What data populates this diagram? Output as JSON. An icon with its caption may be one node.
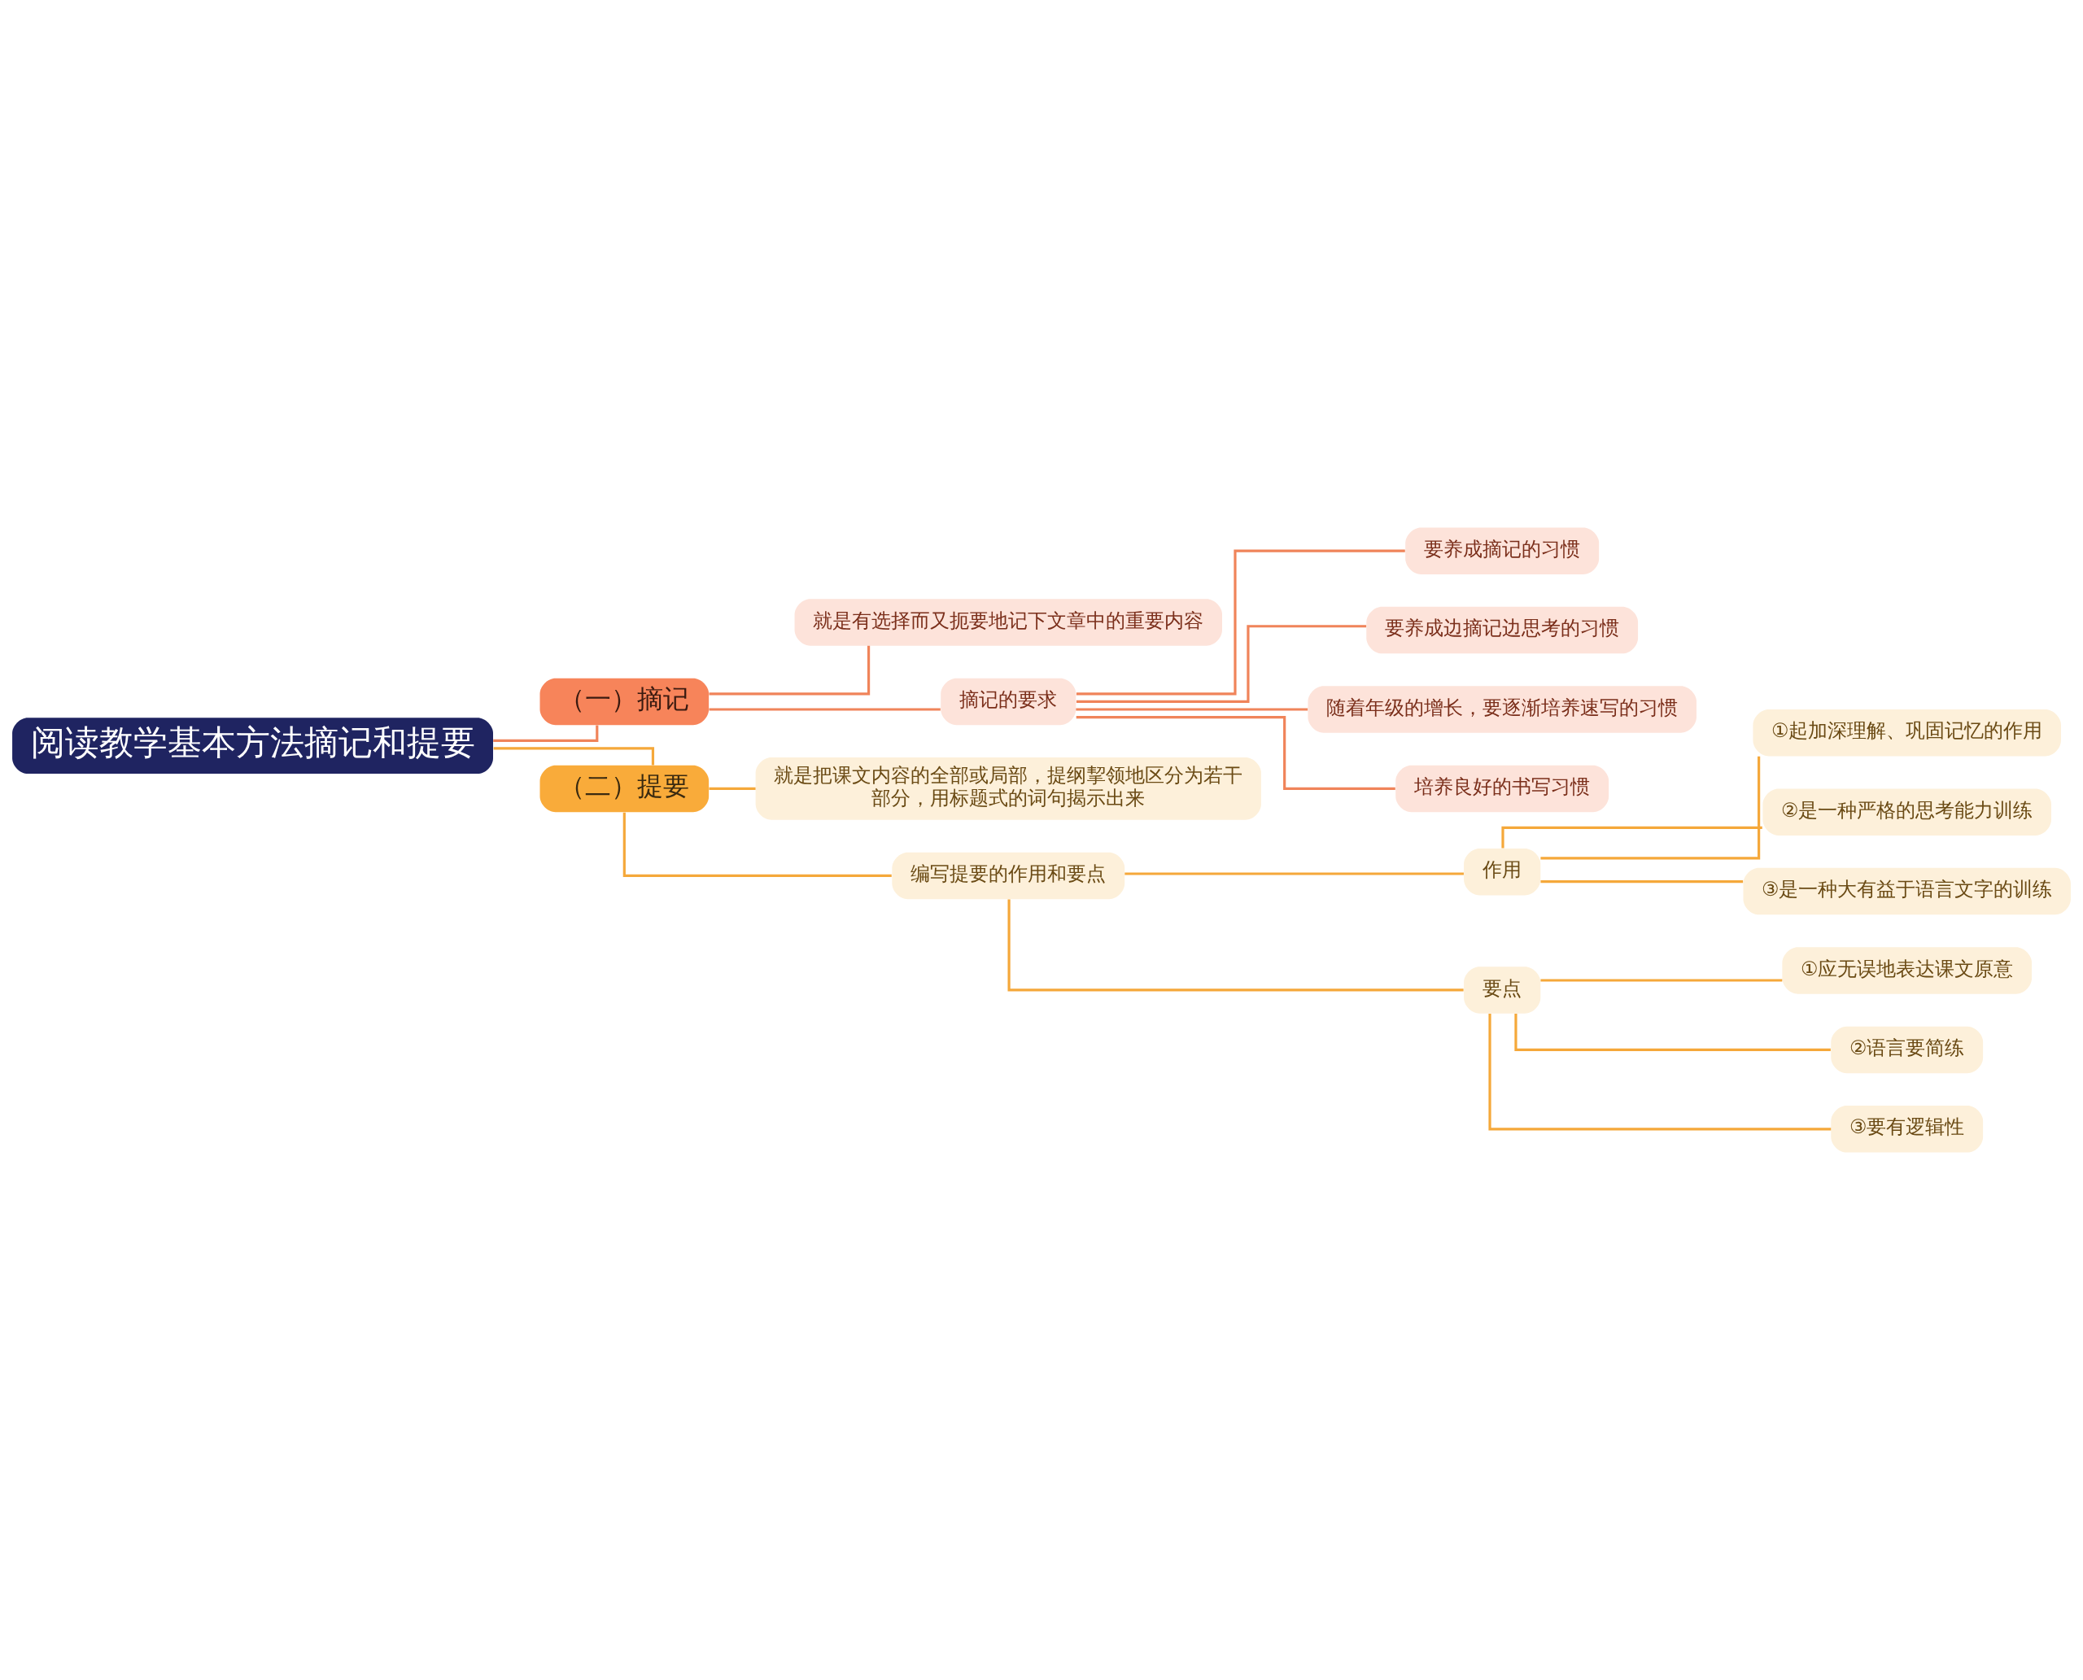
{
  "diagram": {
    "nodes": [
      {
        "text": [
          "阅读教学基本方法摘记和提要"
        ]
      },
      {
        "text": [
          "（一）摘记"
        ]
      },
      {
        "text": [
          "就是有选择而又扼要地记下文章中的重要内容"
        ]
      },
      {
        "text": [
          "摘记的要求"
        ]
      },
      {
        "text": [
          "要养成摘记的习惯"
        ]
      },
      {
        "text": [
          "要养成边摘记边思考的习惯"
        ]
      },
      {
        "text": [
          "随着年级的增长，要逐渐培养速写的习惯"
        ]
      },
      {
        "text": [
          "培养良好的书写习惯"
        ]
      },
      {
        "text": [
          "（二）提要"
        ]
      },
      {
        "text": [
          "就是把课文内容的全部或局部，提纲挈领地区分为若干部分，用标题式的词句揭示出来"
        ]
      },
      {
        "text": [
          "编写提要的作用和要点"
        ]
      },
      {
        "text": [
          "作用"
        ]
      },
      {
        "text": [
          "①起加深理解、巩固记忆的作用"
        ]
      },
      {
        "text": [
          "②是一种严格的思考能力训练"
        ]
      },
      {
        "text": [
          "③是一种大有益于语言文字的训练"
        ]
      },
      {
        "text": [
          "要点"
        ]
      },
      {
        "text": [
          "①应无误地表达课文原意"
        ]
      },
      {
        "text": [
          "②语言要简练"
        ]
      },
      {
        "text": [
          "③要有逻辑性"
        ]
      }
    ],
    "edges": [
      {
        "from": 0,
        "to": 1,
        "arrow": "none",
        "color": "#f0845a"
      },
      {
        "from": 1,
        "to": 2,
        "arrow": "none",
        "color": "#f0845a"
      },
      {
        "from": 1,
        "to": 3,
        "arrow": "none",
        "color": "#f0845a"
      },
      {
        "from": 3,
        "to": 4,
        "arrow": "none",
        "color": "#f0845a"
      },
      {
        "from": 3,
        "to": 5,
        "arrow": "none",
        "color": "#f0845a"
      },
      {
        "from": 3,
        "to": 6,
        "arrow": "none",
        "color": "#f0845a"
      },
      {
        "from": 3,
        "to": 7,
        "arrow": "none",
        "color": "#f0845a"
      },
      {
        "from": 0,
        "to": 8,
        "arrow": "none"
      },
      {
        "from": 8,
        "to": 9,
        "arrow": "none"
      },
      {
        "from": 8,
        "to": 10,
        "arrow": "none"
      },
      {
        "from": 10,
        "to": 11,
        "arrow": "none"
      },
      {
        "from": 11,
        "to": 12,
        "arrow": "none"
      },
      {
        "from": 11,
        "to": 13,
        "arrow": "none"
      },
      {
        "from": 11,
        "to": 14,
        "arrow": "none"
      },
      {
        "from": 10,
        "to": 15,
        "arrow": "none"
      },
      {
        "from": 15,
        "to": 16,
        "arrow": "none"
      },
      {
        "from": 15,
        "to": 17,
        "arrow": "none"
      },
      {
        "from": 15,
        "to": 18,
        "arrow": "none"
      }
    ]
  }
}
